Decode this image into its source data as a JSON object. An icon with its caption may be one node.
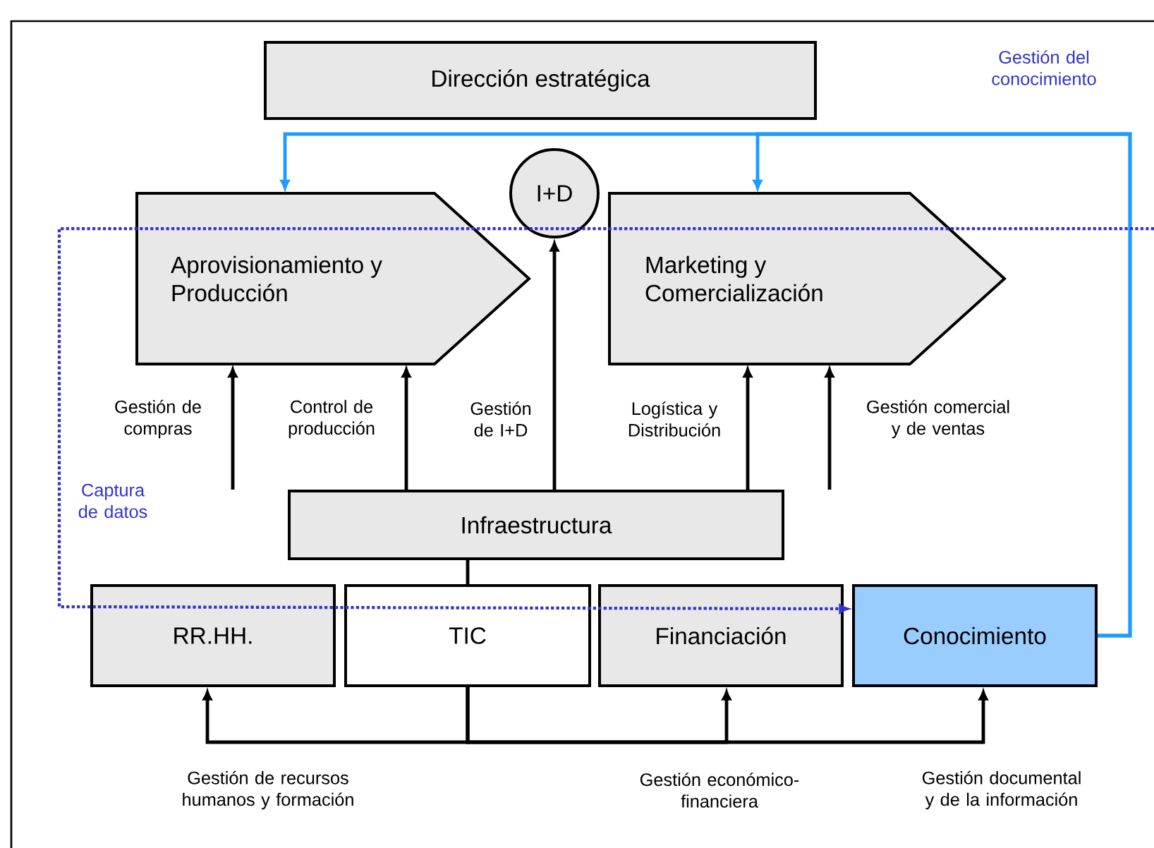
{
  "diagram": {
    "nodes": [
      {
        "text": [
          "Dirección estratégica"
        ]
      },
      {
        "text": [
          "I+D"
        ]
      },
      {
        "text": [
          "Aprovisionamiento y Producción"
        ]
      },
      {
        "text": [
          "Marketing y Comercialización"
        ]
      },
      {
        "text": [
          "Infraestructura"
        ]
      },
      {
        "text": [
          "RR.HH."
        ]
      },
      {
        "text": [
          "TIC"
        ]
      },
      {
        "text": [
          "Financiación"
        ]
      },
      {
        "text": [
          "Conocimiento"
        ]
      }
    ],
    "edges": [
      {
        "from": 8,
        "to": 2,
        "arrow": "to",
        "color": "#1e9bff"
      },
      {
        "from": 8,
        "to": 3,
        "arrow": "to",
        "color": "#1e9bff"
      },
      {
        "from": null,
        "to": 8,
        "arrow": "to",
        "style": "dashed",
        "color": "#3333cc"
      },
      {
        "from": 4,
        "to": 2,
        "arrow": "to",
        "label": "Gestión de compras"
      },
      {
        "from": 4,
        "to": 2,
        "arrow": "to",
        "label": "Control de producción"
      },
      {
        "from": 4,
        "to": 1,
        "arrow": "to",
        "label": "Gestión de I+D"
      },
      {
        "from": 4,
        "to": 3,
        "arrow": "to",
        "label": "Logística y Distribución"
      },
      {
        "from": 4,
        "to": 3,
        "arrow": "to",
        "label": "Gestión comercial y de ventas"
      },
      {
        "from": 6,
        "to": 4,
        "arrow": "none"
      },
      {
        "from": 6,
        "to": 5,
        "arrow": "to",
        "label": "Gestión de recursos humanos y formación"
      },
      {
        "from": 6,
        "to": 7,
        "arrow": "to",
        "label": "Gestión económico-financiera"
      },
      {
        "from": 6,
        "to": 8,
        "arrow": "to",
        "label": "Gestión documental y de la información"
      }
    ],
    "labels": [
      "Gestión del conocimiento",
      "Captura de datos"
    ]
  }
}
